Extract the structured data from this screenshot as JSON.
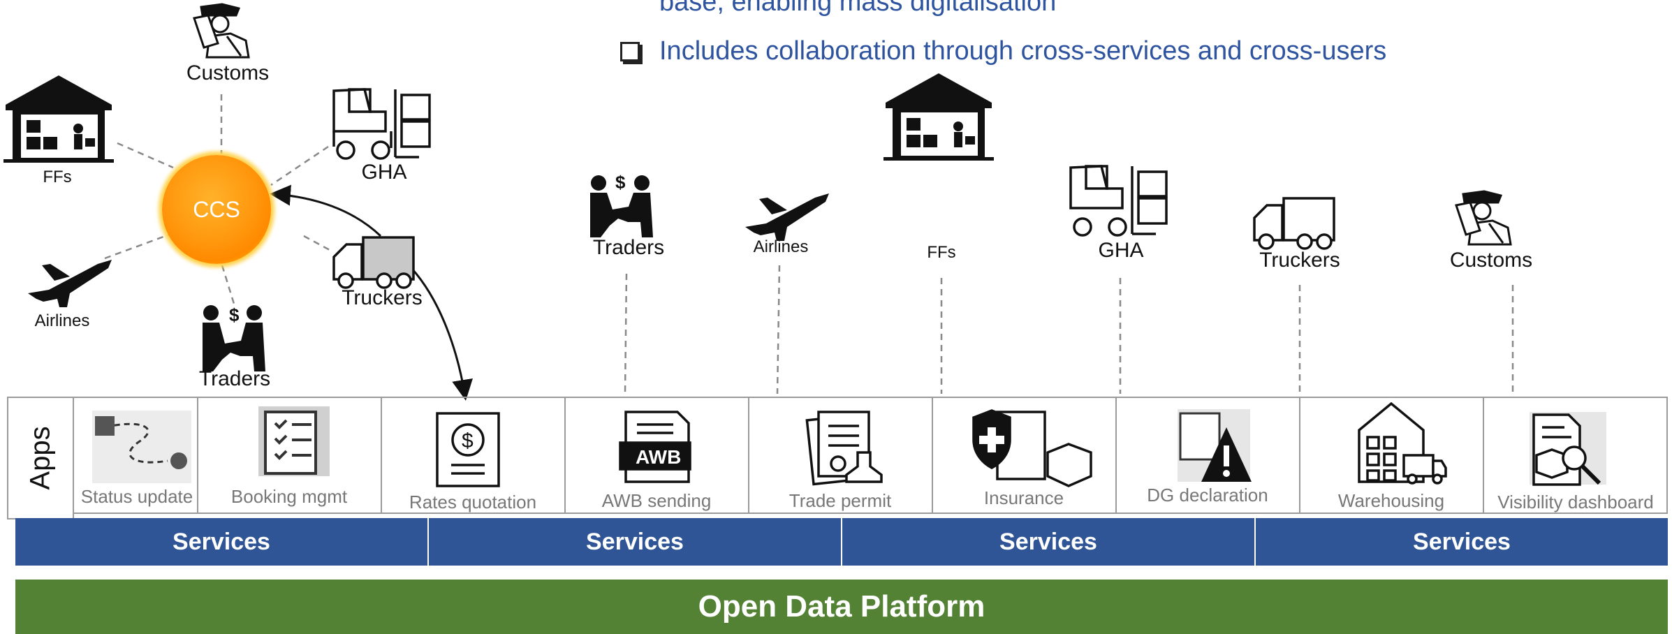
{
  "header": {
    "bullet_partial": "base, enabling mass digitalisation",
    "bullet_main": "Includes collaboration through cross-services and cross-users"
  },
  "hub": {
    "center_label": "CCS",
    "nodes": {
      "customs": "Customs",
      "ffs": "FFs",
      "gha": "GHA",
      "airlines": "Airlines",
      "truckers": "Truckers",
      "traders": "Traders"
    }
  },
  "users_row": [
    "Traders",
    "Airlines",
    "FFs",
    "GHA",
    "Truckers",
    "Customs"
  ],
  "apps": {
    "tab_label": "Apps",
    "items": [
      "Status update",
      "Booking mgmt",
      "Rates quotation",
      "AWB sending",
      "Trade permit",
      "Insurance",
      "DG declaration",
      "Warehousing",
      "Visibility dashboard"
    ],
    "awb_text": "AWB"
  },
  "services": [
    "Services",
    "Services",
    "Services",
    "Services"
  ],
  "platform": {
    "label": "Open Data Platform"
  },
  "colors": {
    "bullet_text": "#2e54a0",
    "services_bar": "#2f5597",
    "platform_bar": "#548235",
    "ccs_orange": "#ff9a10"
  }
}
